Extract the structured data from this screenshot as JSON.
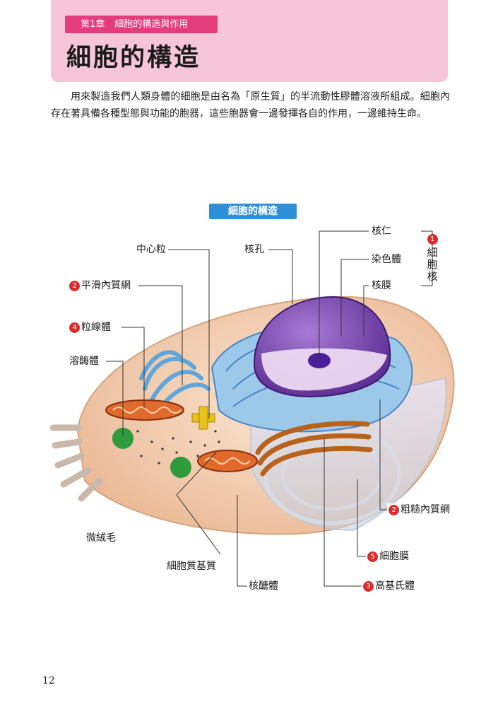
{
  "header": {
    "chapter_label": "第1章",
    "chapter_title": "細胞的構造與作用",
    "page_title": "細胞的構造"
  },
  "intro_text": "用來製造我們人類身體的細胞是由名為「原生質」的半流動性膠體溶液所組成。細胞內存在著具備各種型態與功能的胞器，這些胞器會一邊發揮各自的作用，一邊維持生命。",
  "figure": {
    "title": "細胞的構造",
    "labels": {
      "centriole": "中心粒",
      "nuclear_pore": "核孔",
      "nucleolus": "核仁",
      "chromatin": "染色體",
      "nuclear_membrane": "核膜",
      "nucleus": "細胞核",
      "nucleus_num": "1",
      "smooth_er": "平滑內質網",
      "smooth_er_num": "2",
      "mitochondria": "粒線體",
      "mitochondria_num": "4",
      "lysosome": "溶酶體",
      "rough_er": "粗糙內質網",
      "rough_er_num": "2",
      "microvilli": "微絨毛",
      "cell_membrane": "細胞膜",
      "cell_membrane_num": "5",
      "cytoplasm_matrix": "細胞質基質",
      "ribosome": "核醣體",
      "golgi": "高基氏體",
      "golgi_num": "3"
    }
  },
  "page_number": "12",
  "colors": {
    "header_bg": "#f6c6d8",
    "chapter_tab": "#e43d7c",
    "figure_title_bg": "#2e8fd6",
    "number_badge": "#d92d2d"
  }
}
